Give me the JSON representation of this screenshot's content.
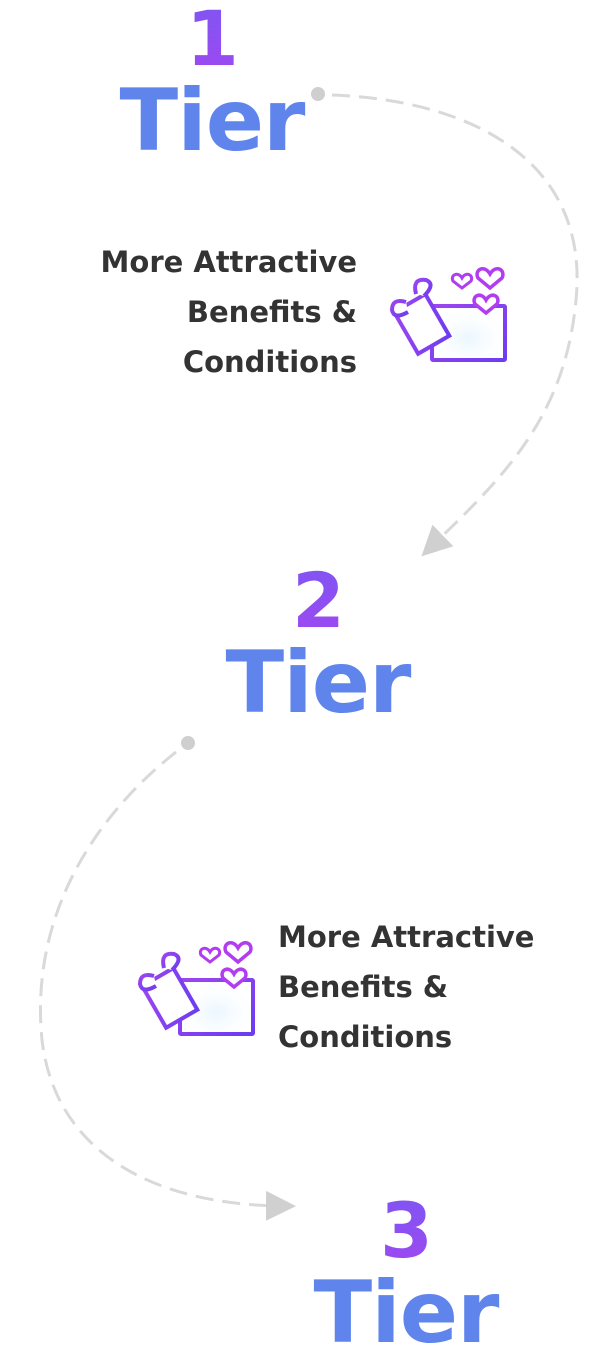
{
  "tiers": [
    {
      "number": "1",
      "word": "Tier"
    },
    {
      "number": "2",
      "word": "Tier"
    },
    {
      "number": "3",
      "word": "Tier"
    }
  ],
  "benefits": [
    {
      "line1": "More Attractive",
      "line2": "Benefits &",
      "line3": "Conditions",
      "icon": "gift-box-hearts-icon"
    },
    {
      "line1": "More Attractive",
      "line2": "Benefits &",
      "line3": "Conditions",
      "icon": "gift-box-hearts-icon"
    }
  ],
  "colors": {
    "tier_number": "#8a50f2",
    "tier_word": "#5f84ec",
    "benefit_text": "#333333",
    "dashed_path": "#d6d6d6",
    "gift_stroke": "#7a3ff0"
  }
}
